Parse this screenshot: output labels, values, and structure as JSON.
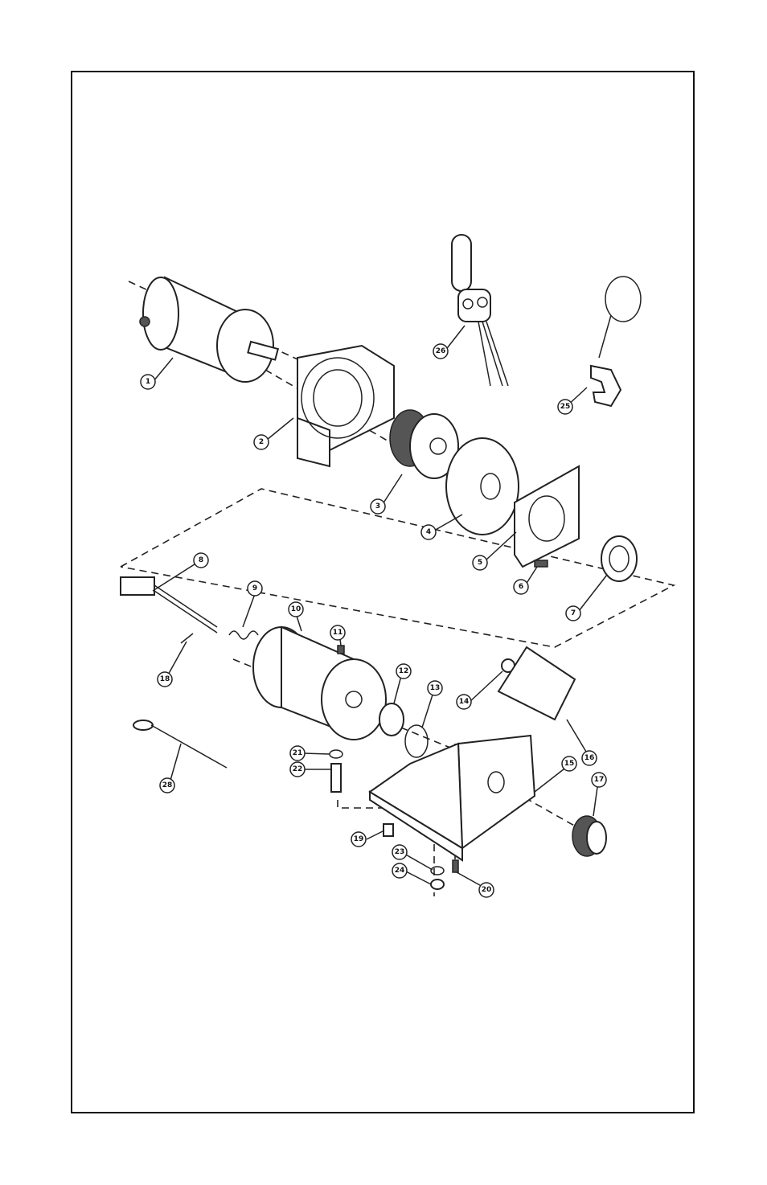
{
  "callouts": [
    {
      "id": "c1",
      "label": "1"
    },
    {
      "id": "c2",
      "label": "2"
    },
    {
      "id": "c3",
      "label": "3"
    },
    {
      "id": "c4",
      "label": "4"
    },
    {
      "id": "c5",
      "label": "5"
    },
    {
      "id": "c6",
      "label": "6"
    },
    {
      "id": "c7",
      "label": "7"
    },
    {
      "id": "c8",
      "label": "8"
    },
    {
      "id": "c9",
      "label": "9"
    },
    {
      "id": "c10",
      "label": "10"
    },
    {
      "id": "c11",
      "label": "11"
    },
    {
      "id": "c12",
      "label": "12"
    },
    {
      "id": "c13",
      "label": "13"
    },
    {
      "id": "c14",
      "label": "14"
    },
    {
      "id": "c15",
      "label": "15"
    },
    {
      "id": "c16",
      "label": "16"
    },
    {
      "id": "c17",
      "label": "17"
    },
    {
      "id": "c18",
      "label": "18"
    },
    {
      "id": "c19",
      "label": "19"
    },
    {
      "id": "c20",
      "label": "20"
    },
    {
      "id": "c21",
      "label": "21"
    },
    {
      "id": "c22",
      "label": "22"
    },
    {
      "id": "c23",
      "label": "23"
    },
    {
      "id": "c24",
      "label": "24"
    },
    {
      "id": "c25",
      "label": "25"
    },
    {
      "id": "c26",
      "label": "26"
    },
    {
      "id": "c28",
      "label": "28"
    }
  ]
}
